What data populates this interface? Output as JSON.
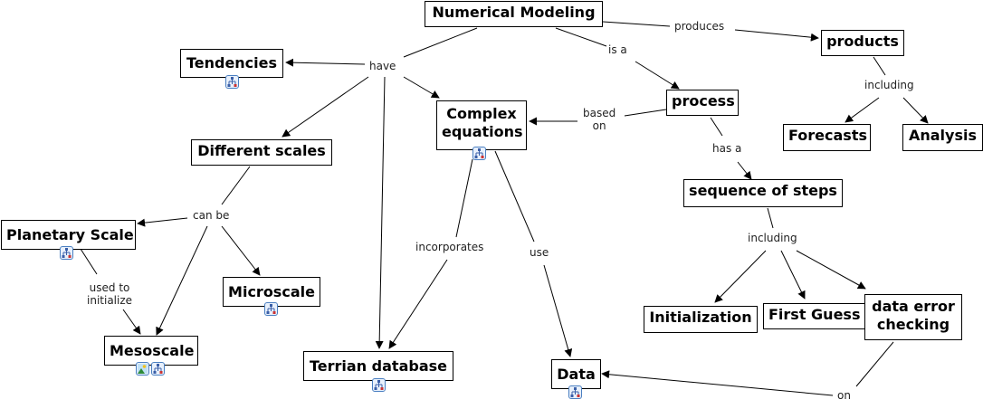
{
  "colors": {
    "line": "#000000",
    "icon_border": "#4a7fc1",
    "icon_fill": "#e8f0fb"
  },
  "concepts": {
    "numerical_modeling": "Numerical Modeling",
    "tendencies": "Tendencies",
    "products": "products",
    "process": "process",
    "complex_equations_1": "Complex",
    "complex_equations_2": "equations",
    "different_scales": "Different scales",
    "forecasts": "Forecasts",
    "analysis": "Analysis",
    "sequence_of_steps": "sequence of steps",
    "planetary_scale": "Planetary Scale",
    "microscale": "Microscale",
    "mesoscale": "Mesoscale",
    "terrian_database": "Terrian database",
    "data": "Data",
    "initialization": "Initialization",
    "first_guess": "First Guess",
    "data_error_checking_1": "data error",
    "data_error_checking_2": "checking"
  },
  "links": {
    "produces": "produces",
    "have": "have",
    "is_a": "is a",
    "including_products": "including",
    "based_on_1": "based",
    "based_on_2": "on",
    "has_a": "has a",
    "can_be": "can be",
    "incorporates": "incorporates",
    "use": "use",
    "including_steps": "including",
    "used_to_1": "used to",
    "used_to_2": "initialize",
    "on": "on"
  },
  "icon_types": [
    "concept-map-link-icon",
    "image-resource-icon"
  ]
}
